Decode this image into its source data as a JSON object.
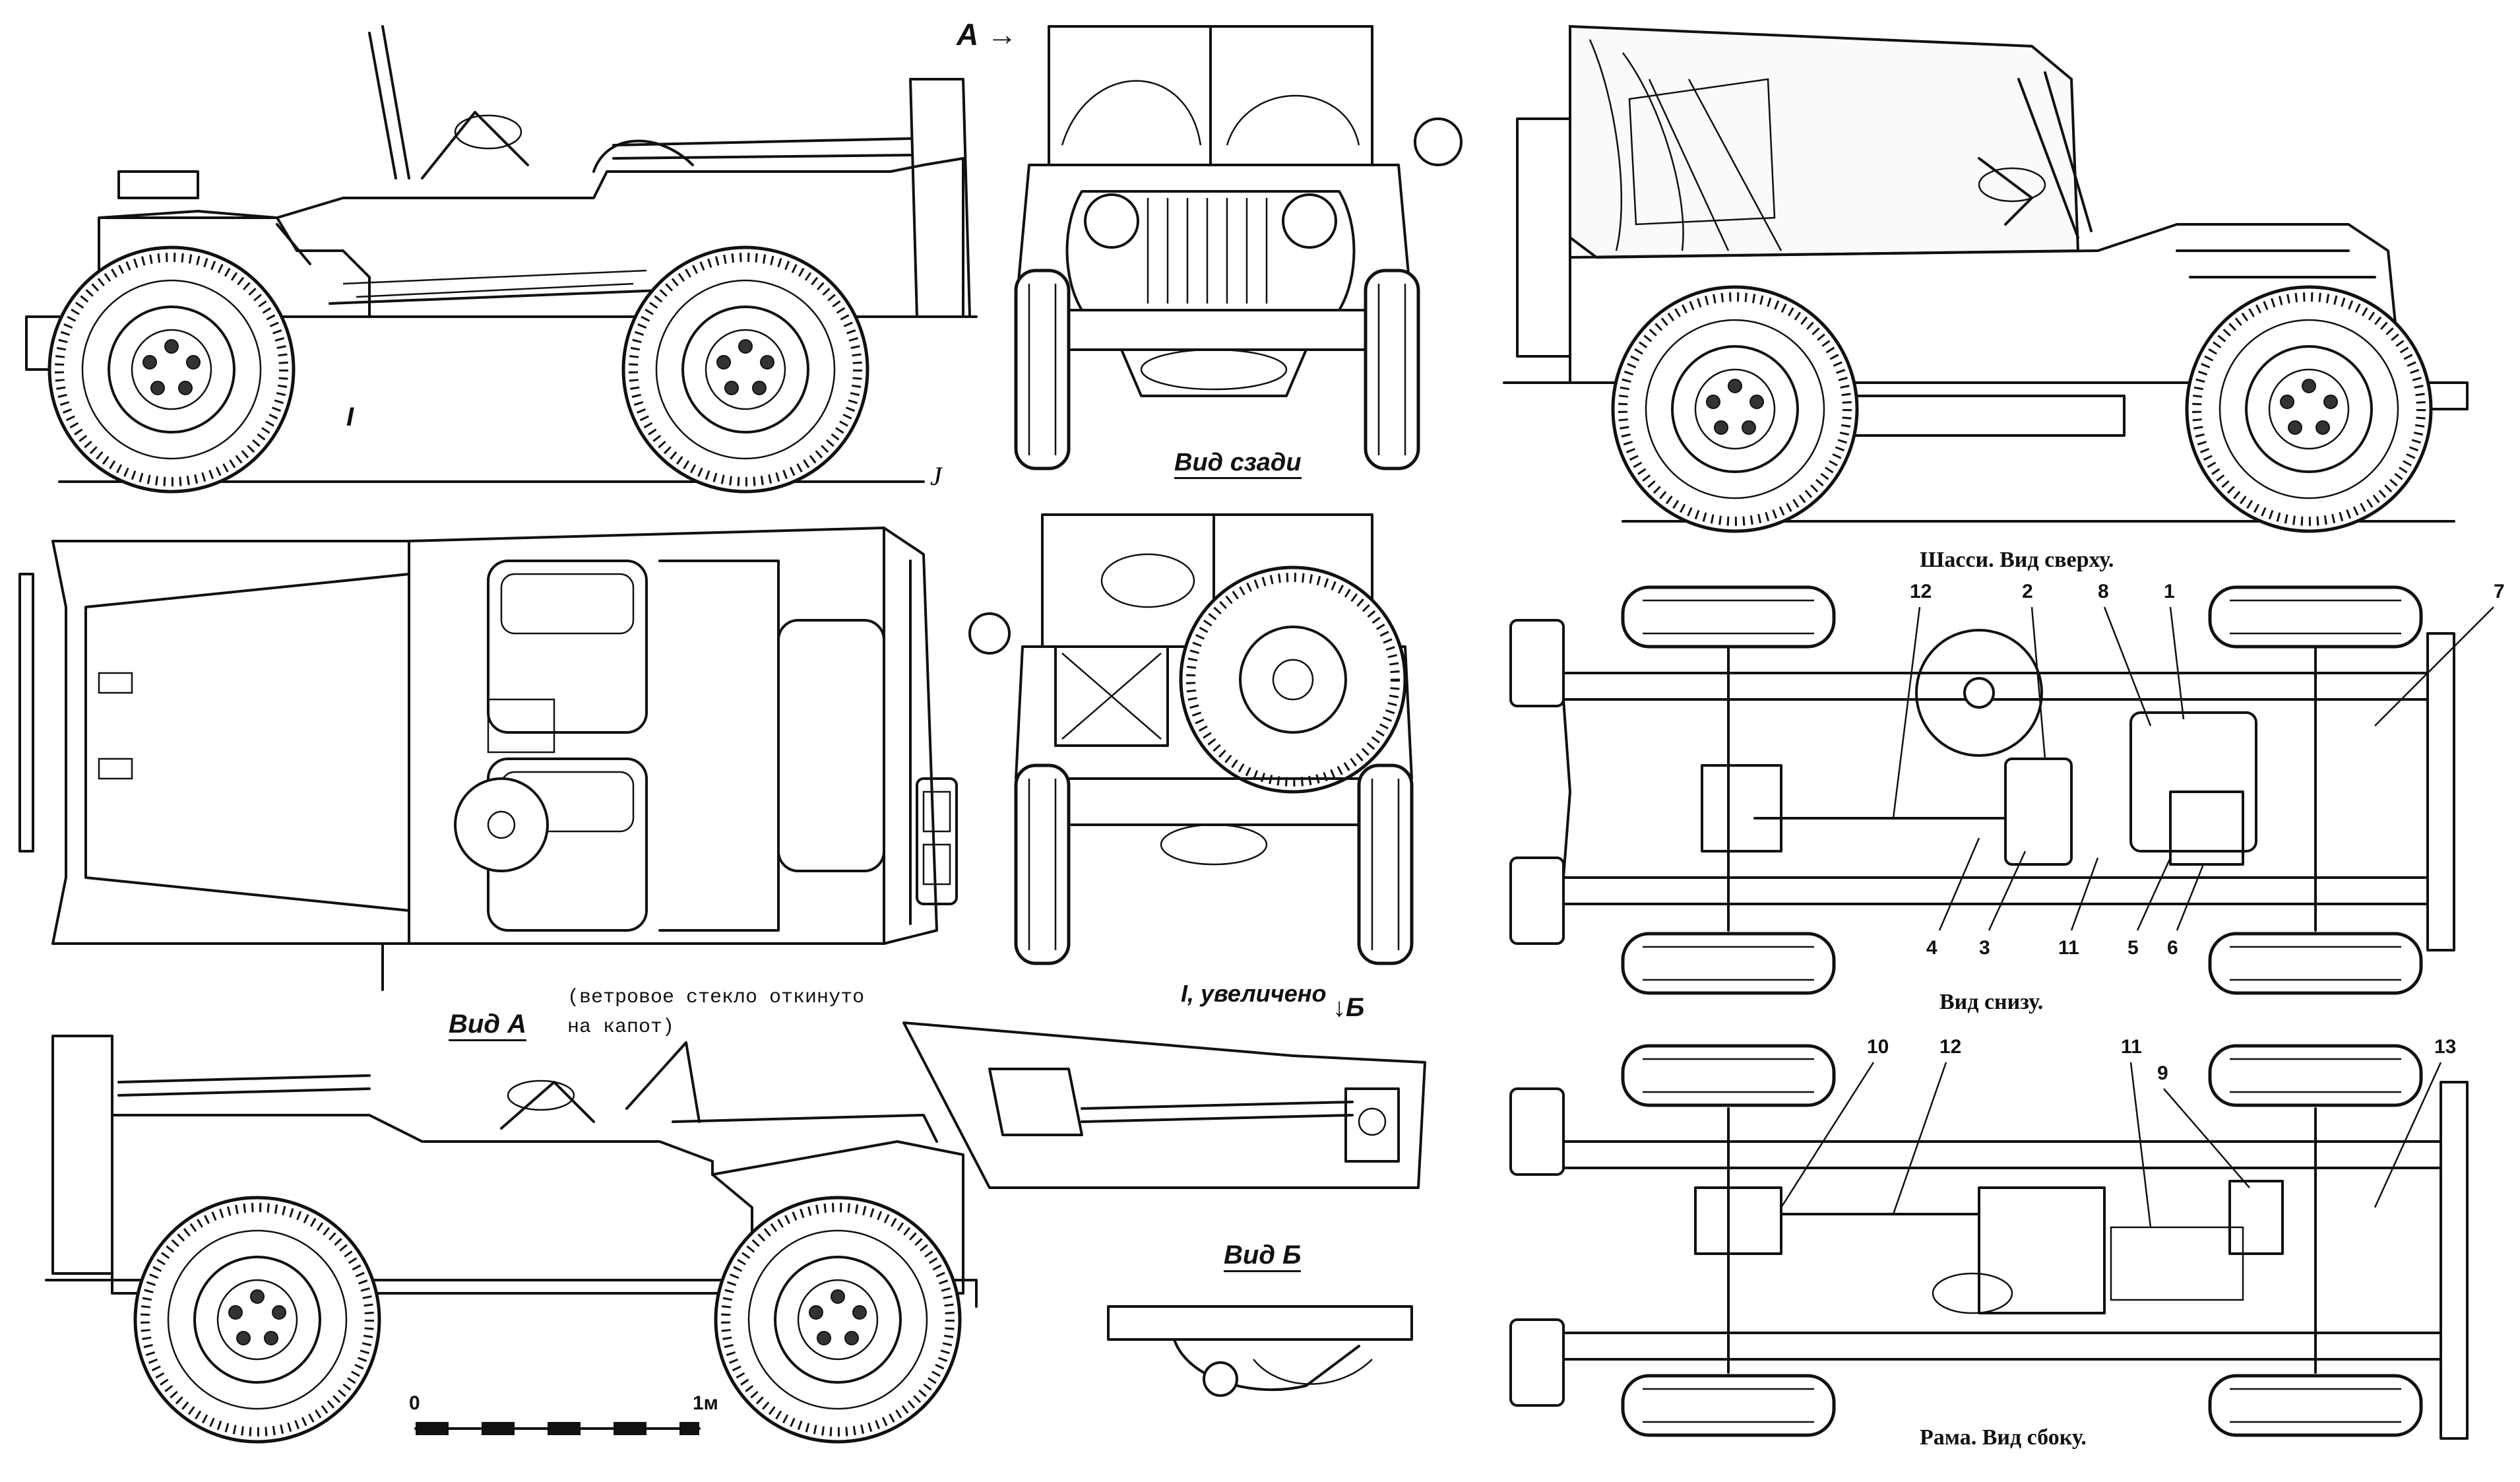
{
  "labels": {
    "view_a_arrow": "А",
    "rear_view": "Вид сзади",
    "view_a": "Вид А",
    "windshield_note_line1": "(ветровое стекло откинуто",
    "windshield_note_line2": "на капот)",
    "detail_enlarged": "I, увеличено",
    "view_b_arrow": "Б",
    "view_b": "Вид Б",
    "section_mark_i": "I",
    "scale_zero": "0",
    "scale_one": "1м",
    "chassis_top": "Шасси. Вид сверху.",
    "bottom_view": "Вид снизу.",
    "frame_side": "Рама. Вид сбоку."
  },
  "callouts_chassis": [
    "12",
    "2",
    "8",
    "1",
    "7",
    "4",
    "3",
    "11",
    "5",
    "6"
  ],
  "callouts_frame": [
    "10",
    "12",
    "11",
    "9",
    "13"
  ]
}
